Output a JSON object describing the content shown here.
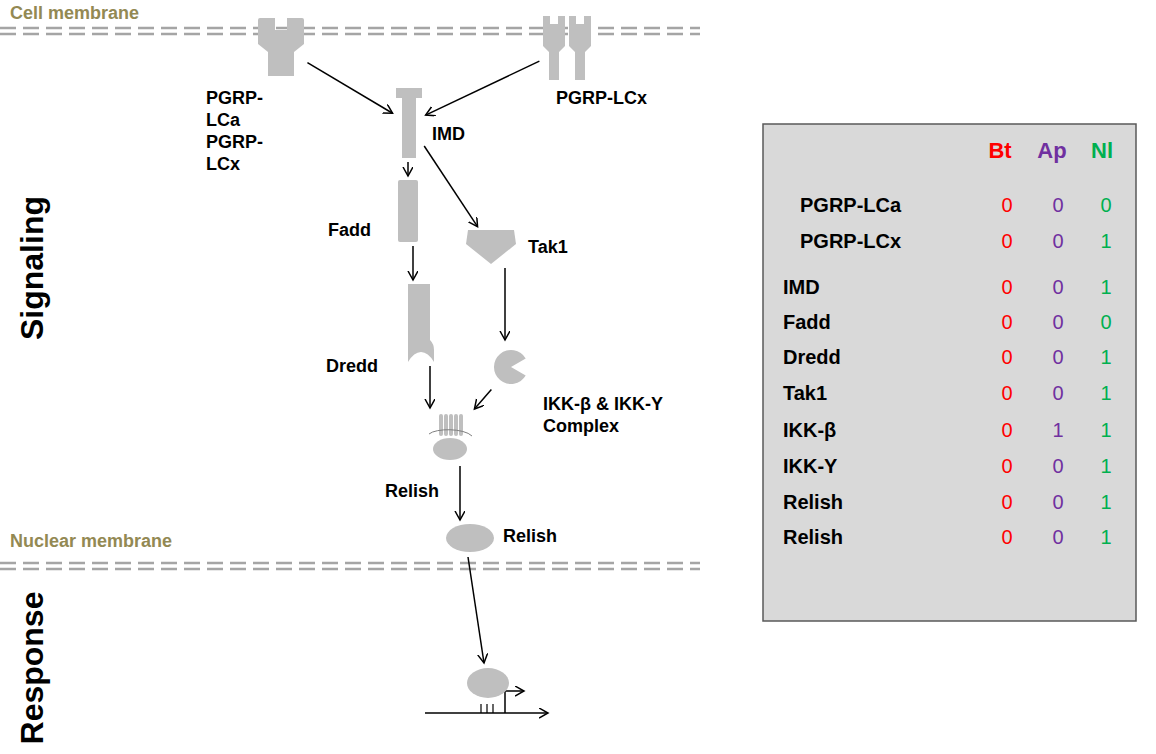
{
  "diagram": {
    "nodes": [
      {
        "text": [
          "PGRP-LCa PGRP-LCx"
        ]
      },
      {
        "text": [
          "PGRP-LCx"
        ]
      },
      {
        "text": [
          "IMD"
        ]
      },
      {
        "text": [
          "Fadd"
        ]
      },
      {
        "text": [
          "Tak1"
        ]
      },
      {
        "text": [
          "Dredd"
        ]
      },
      {
        "text": [
          "IKK-β & IKK-Y Complex"
        ]
      },
      {
        "text": [
          "Relish"
        ]
      },
      {
        "text": [
          "Relish"
        ]
      }
    ],
    "edges": [
      {
        "from": 0,
        "to": 2,
        "arrow": "to"
      },
      {
        "from": 1,
        "to": 2,
        "arrow": "to"
      },
      {
        "from": 2,
        "to": 3,
        "arrow": "to"
      },
      {
        "from": 2,
        "to": 4,
        "arrow": "to"
      },
      {
        "from": 3,
        "to": 5,
        "arrow": "to"
      },
      {
        "from": 4,
        "to": 6,
        "arrow": "to"
      },
      {
        "from": 5,
        "to": 7,
        "arrow": "to"
      },
      {
        "from": 6,
        "to": 7,
        "arrow": "to"
      },
      {
        "from": 7,
        "to": 8,
        "arrow": "to"
      }
    ],
    "labels": [
      "Cell membrane",
      "Signaling",
      "Nuclear membrane",
      "Response",
      "Bt",
      "Ap",
      "Nl",
      "PGRP-LCa",
      "0",
      "0",
      "0",
      "PGRP-LCx",
      "0",
      "0",
      "1",
      "IMD",
      "0",
      "0",
      "1",
      "Fadd",
      "0",
      "0",
      "0",
      "Dredd",
      "0",
      "0",
      "1",
      "Tak1",
      "0",
      "0",
      "1",
      "IKK-β",
      "0",
      "1",
      "1",
      "IKK-Y",
      "0",
      "0",
      "1",
      "Relish",
      "0",
      "0",
      "1",
      "Relish",
      "0",
      "0",
      "1"
    ]
  }
}
